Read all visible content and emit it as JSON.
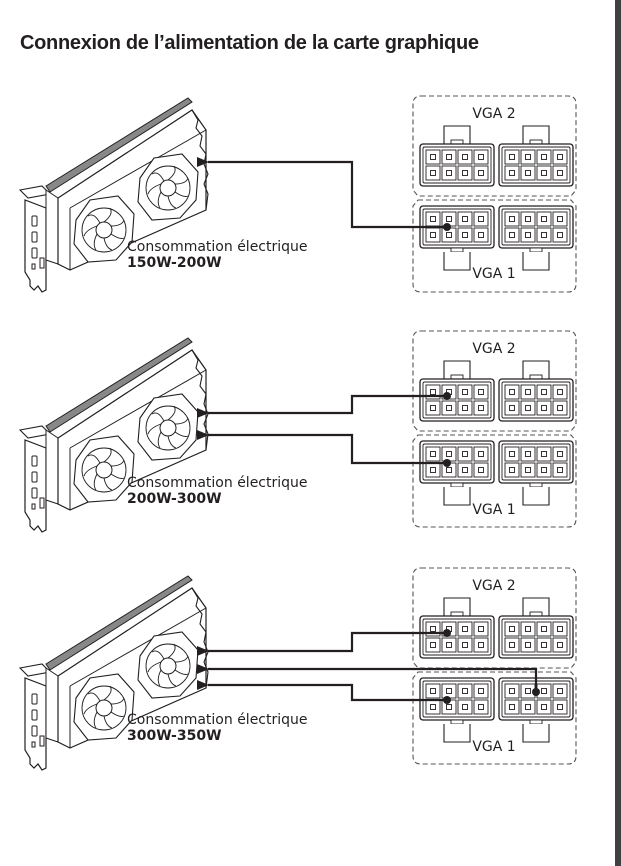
{
  "title": "Connexion de l’alimentation de la carte graphique",
  "colors": {
    "line": "#231f20",
    "dashed": "#555555",
    "right_bar": "#3f4042"
  },
  "sections": [
    {
      "power_label": "Consommation électrique",
      "power_range": "150W-200W",
      "vga_top": "VGA 2",
      "vga_bottom": "VGA 1",
      "cables": 1
    },
    {
      "power_label": "Consommation électrique",
      "power_range": "200W-300W",
      "vga_top": "VGA 2",
      "vga_bottom": "VGA 1",
      "cables": 2
    },
    {
      "power_label": "Consommation électrique",
      "power_range": "300W-350W",
      "vga_top": "VGA 2",
      "vga_bottom": "VGA 1",
      "cables": 3
    }
  ]
}
